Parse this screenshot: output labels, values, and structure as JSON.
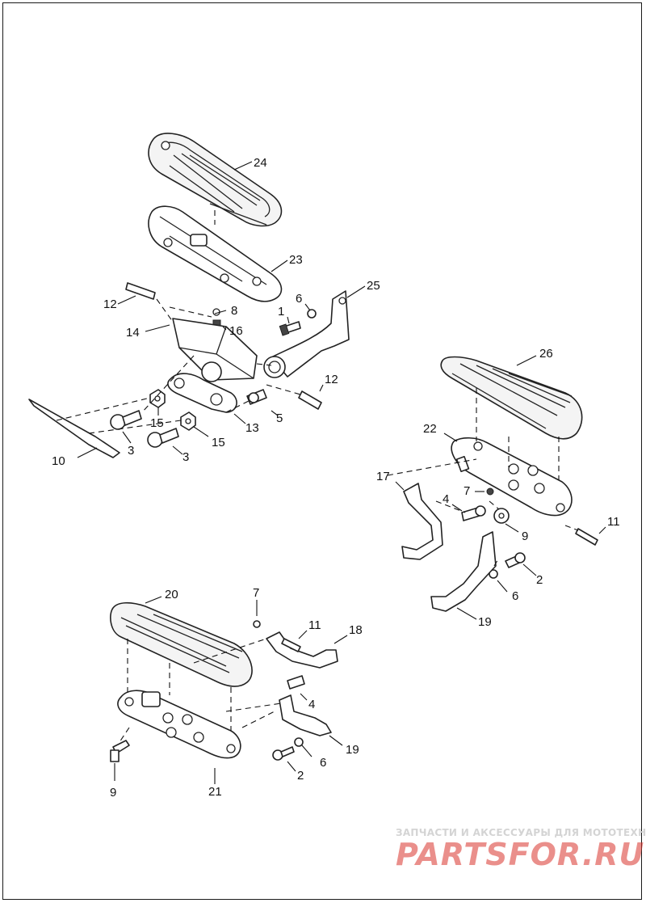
{
  "callouts": [
    {
      "id": "c24a",
      "text": "24"
    },
    {
      "id": "c23",
      "text": "23"
    },
    {
      "id": "c25",
      "text": "25"
    },
    {
      "id": "c12a",
      "text": "12"
    },
    {
      "id": "c8",
      "text": "8"
    },
    {
      "id": "c1a",
      "text": "1"
    },
    {
      "id": "c6a",
      "text": "6"
    },
    {
      "id": "c14",
      "text": "14"
    },
    {
      "id": "c16",
      "text": "16"
    },
    {
      "id": "c12b",
      "text": "12"
    },
    {
      "id": "c15a",
      "text": "15"
    },
    {
      "id": "c5",
      "text": "5"
    },
    {
      "id": "c13",
      "text": "13"
    },
    {
      "id": "c3a",
      "text": "3"
    },
    {
      "id": "c15b",
      "text": "15"
    },
    {
      "id": "c3b",
      "text": "3"
    },
    {
      "id": "c10",
      "text": "10"
    },
    {
      "id": "c26",
      "text": "26"
    },
    {
      "id": "c22",
      "text": "22"
    },
    {
      "id": "c17",
      "text": "17"
    },
    {
      "id": "c7a",
      "text": "7"
    },
    {
      "id": "c4a",
      "text": "4"
    },
    {
      "id": "c9a",
      "text": "9"
    },
    {
      "id": "c11a",
      "text": "11"
    },
    {
      "id": "c2a",
      "text": "2"
    },
    {
      "id": "c6b",
      "text": "6"
    },
    {
      "id": "c19a",
      "text": "19"
    },
    {
      "id": "c20",
      "text": "20"
    },
    {
      "id": "c7b",
      "text": "7"
    },
    {
      "id": "c11b",
      "text": "11"
    },
    {
      "id": "c18",
      "text": "18"
    },
    {
      "id": "c4b",
      "text": "4"
    },
    {
      "id": "c19b",
      "text": "19"
    },
    {
      "id": "c6c",
      "text": "6"
    },
    {
      "id": "c2b",
      "text": "2"
    },
    {
      "id": "c9b",
      "text": "9"
    },
    {
      "id": "c21",
      "text": "21"
    }
  ],
  "watermark": {
    "tagline": "ЗАПЧАСТИ И АКСЕССУАРЫ ДЛЯ МОТОТЕХНИКИ",
    "logo": "PARTSFOR.RU"
  }
}
